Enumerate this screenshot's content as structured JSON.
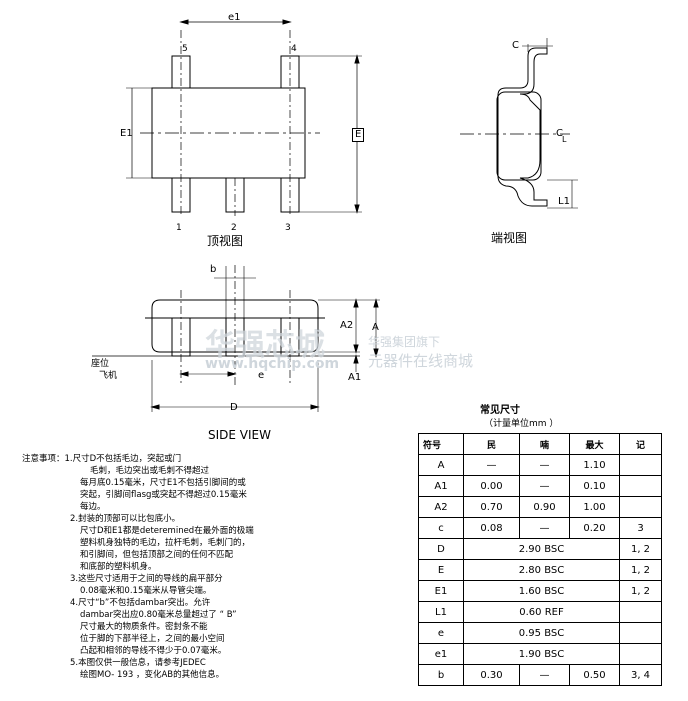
{
  "top_view": {
    "caption": "顶视图",
    "dim_e1": "e1",
    "dim_E1": "E1",
    "dim_E": "E",
    "pins": [
      "5",
      "4",
      "1",
      "2",
      "3"
    ]
  },
  "end_view": {
    "caption": "端视图",
    "dim_c": "C",
    "dim_c_right": "C",
    "dim_c_sub": "L",
    "dim_L1": "L1"
  },
  "side_view": {
    "caption": "SIDE VIEW",
    "dim_b": "b",
    "dim_A2": "A2",
    "dim_A": "A",
    "dim_A1": "A1",
    "dim_e": "e",
    "dim_D": "D",
    "seat_label_1": "座位",
    "seat_label_2": "飞机"
  },
  "watermark": {
    "logo": "华强芯城",
    "url": "www.hqchip.com",
    "line1": "华强集团旗下",
    "line2": "元器件在线商城"
  },
  "notes": {
    "title": "注意事项：",
    "lines": [
      "1.尺寸D不包括毛边，突起或门",
      "毛刺，毛边突出或毛刺不得超过",
      "每月底0.15毫米，尺寸E1不包括引脚间的或",
      "突起，引脚间flasg或突起不得超过0.15毫米",
      "每边。",
      "2.封装的顶部可以比包底小。",
      "尺寸D和E1都是deteremined在最外面的极端",
      "塑料机身独特的毛边，拉杆毛刺，毛刺门的，",
      "和引脚间，但包括顶部之间的任何不匹配",
      "和底部的塑料机身。",
      "3.这些尺寸适用于之间的导线的扁平部分",
      "0.08毫米和0.15毫米从导管尖端。",
      "4.尺寸“b”不包括dambar突出。允许",
      "dambar突出应0.80毫米总量超过了 “ B”",
      "尺寸最大的物质条件。密封条不能",
      "位于脚的下部半径上，之间的最小空间",
      "凸起和相邻的导线不得少于0.07毫米。",
      "5.本图仅供一般信息，请参考JEDEC",
      "绘图MO- 193 ，变化AB的其他信息。"
    ]
  },
  "table": {
    "title": "常见尺寸",
    "subtitle": "（计量单位mm ）",
    "headers": [
      "符号",
      "民",
      "喃",
      "最大",
      "记"
    ],
    "rows": [
      {
        "sym": "A",
        "min": "—",
        "nom": "—",
        "max": "1.10",
        "note": "",
        "span": false
      },
      {
        "sym": "A1",
        "min": "0.00",
        "nom": "—",
        "max": "0.10",
        "note": "",
        "span": false
      },
      {
        "sym": "A2",
        "min": "0.70",
        "nom": "0.90",
        "max": "1.00",
        "note": "",
        "span": false
      },
      {
        "sym": "c",
        "min": "0.08",
        "nom": "—",
        "max": "0.20",
        "note": "3",
        "span": false
      },
      {
        "sym": "D",
        "val": "2.90 BSC",
        "note": "1, 2",
        "span": true
      },
      {
        "sym": "E",
        "val": "2.80 BSC",
        "note": "1, 2",
        "span": true
      },
      {
        "sym": "E1",
        "val": "1.60 BSC",
        "note": "1, 2",
        "span": true
      },
      {
        "sym": "L1",
        "val": "0.60 REF",
        "note": "",
        "span": true
      },
      {
        "sym": "e",
        "val": "0.95 BSC",
        "note": "",
        "span": true
      },
      {
        "sym": "e1",
        "val": "1.90 BSC",
        "note": "",
        "span": true
      },
      {
        "sym": "b",
        "min": "0.30",
        "nom": "—",
        "max": "0.50",
        "note": "3, 4",
        "span": false
      }
    ]
  }
}
